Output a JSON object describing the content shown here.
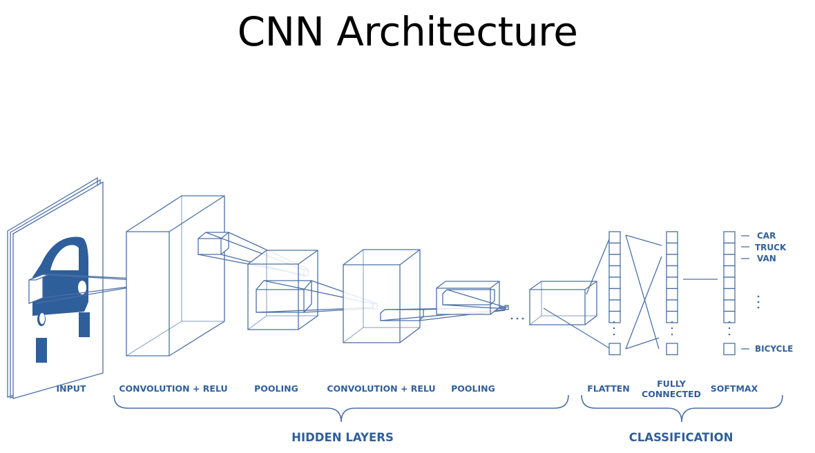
{
  "title": "CNN Architecture",
  "colors": {
    "line": "#4a6fa5",
    "fill": "#2f5f9b",
    "label": "#2f5f9b"
  },
  "input_icon": "car-icon",
  "layers": {
    "input": "INPUT",
    "conv1": "CONVOLUTION + RELU",
    "pool1": "POOLING",
    "conv2": "CONVOLUTION + RELU",
    "pool2": "POOLING",
    "flatten": "FLATTEN",
    "fully_connected_line1": "FULLY",
    "fully_connected_line2": "CONNECTED",
    "softmax": "SOFTMAX"
  },
  "groups": {
    "hidden": "HIDDEN LAYERS",
    "classification": "CLASSIFICATION"
  },
  "outputs": [
    "CAR",
    "TRUCK",
    "VAN",
    "BICYCLE"
  ],
  "ellipsis": "..."
}
